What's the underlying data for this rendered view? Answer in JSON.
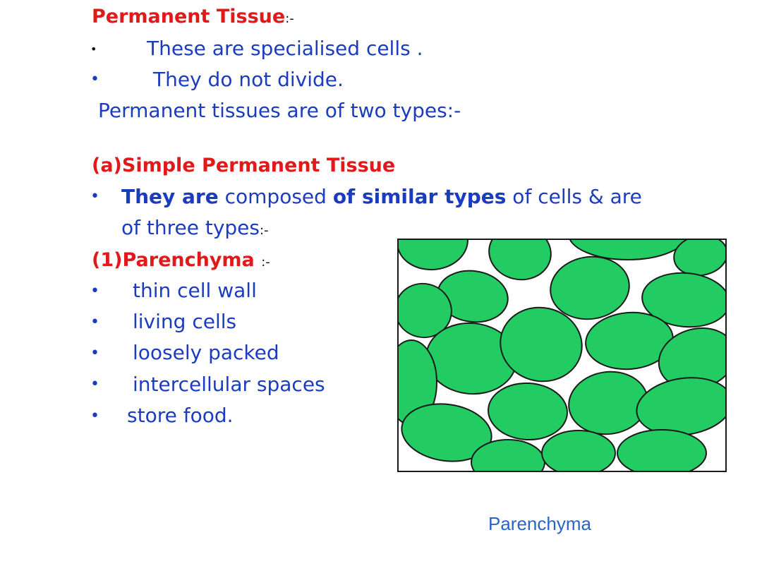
{
  "section_title": "Permanent Tissue",
  "section_title_suffix": ":-",
  "intro_bullets": [
    "These are specialised cells .",
    "They do not divide."
  ],
  "intro_line": "Permanent tissues are of two types:-",
  "simple_heading": "(a)Simple Permanent Tissue",
  "simple_desc": {
    "part1": "They are",
    "part2": " composed ",
    "part3": "of similar types",
    "part4": " of cells & are",
    "line2": "of three types",
    "line2_suffix": ":-"
  },
  "parenchyma_heading": "(1)Parenchyma",
  "parenchyma_heading_suffix": ":-",
  "parenchyma_points": [
    "thin cell wall",
    "living cells",
    "loosely packed",
    "intercellular spaces",
    "store food."
  ],
  "figure": {
    "caption": "Parenchyma",
    "cell_color": "#23cc63",
    "outline_color": "#1a1a1a",
    "background_color": "#ffffff"
  }
}
